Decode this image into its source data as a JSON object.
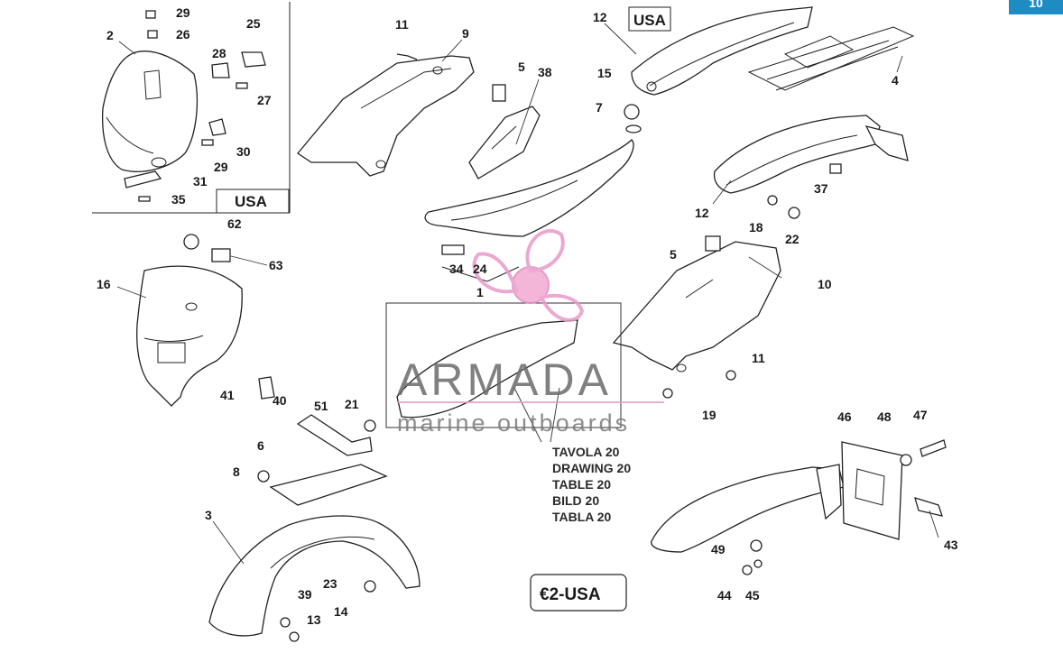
{
  "page_tab": "10",
  "usa_labels": [
    "USA",
    "USA"
  ],
  "variant_badge": "€2-USA",
  "watermark": {
    "brand": "ARMADA",
    "tagline": "marine outboards",
    "color": "#e8a0c8"
  },
  "table_reference": [
    "TAVOLA 20",
    "DRAWING 20",
    "TABLE 20",
    "BILD 20",
    "TABLA 20"
  ],
  "callouts": [
    {
      "id": "c29a",
      "n": "29"
    },
    {
      "id": "c26",
      "n": "26"
    },
    {
      "id": "c2",
      "n": "2"
    },
    {
      "id": "c25",
      "n": "25"
    },
    {
      "id": "c28",
      "n": "28"
    },
    {
      "id": "c27",
      "n": "27"
    },
    {
      "id": "c30",
      "n": "30"
    },
    {
      "id": "c29b",
      "n": "29"
    },
    {
      "id": "c31",
      "n": "31"
    },
    {
      "id": "c35",
      "n": "35"
    },
    {
      "id": "c11a",
      "n": "11"
    },
    {
      "id": "c9",
      "n": "9"
    },
    {
      "id": "c5a",
      "n": "5"
    },
    {
      "id": "c38",
      "n": "38"
    },
    {
      "id": "c12a",
      "n": "12"
    },
    {
      "id": "c15",
      "n": "15"
    },
    {
      "id": "c7",
      "n": "7"
    },
    {
      "id": "c4",
      "n": "4"
    },
    {
      "id": "c12b",
      "n": "12"
    },
    {
      "id": "c37",
      "n": "37"
    },
    {
      "id": "c18",
      "n": "18"
    },
    {
      "id": "c22",
      "n": "22"
    },
    {
      "id": "c62",
      "n": "62"
    },
    {
      "id": "c63",
      "n": "63"
    },
    {
      "id": "c16",
      "n": "16"
    },
    {
      "id": "c34",
      "n": "34"
    },
    {
      "id": "c24",
      "n": "24"
    },
    {
      "id": "c1",
      "n": "1"
    },
    {
      "id": "c5b",
      "n": "5"
    },
    {
      "id": "c10",
      "n": "10"
    },
    {
      "id": "c41",
      "n": "41"
    },
    {
      "id": "c40",
      "n": "40"
    },
    {
      "id": "c11b",
      "n": "11"
    },
    {
      "id": "c19",
      "n": "19"
    },
    {
      "id": "c51",
      "n": "51"
    },
    {
      "id": "c21",
      "n": "21"
    },
    {
      "id": "c6",
      "n": "6"
    },
    {
      "id": "c8",
      "n": "8"
    },
    {
      "id": "c3",
      "n": "3"
    },
    {
      "id": "c23",
      "n": "23"
    },
    {
      "id": "c39",
      "n": "39"
    },
    {
      "id": "c14",
      "n": "14"
    },
    {
      "id": "c13",
      "n": "13"
    },
    {
      "id": "c46",
      "n": "46"
    },
    {
      "id": "c48",
      "n": "48"
    },
    {
      "id": "c47",
      "n": "47"
    },
    {
      "id": "c43",
      "n": "43"
    },
    {
      "id": "c49",
      "n": "49"
    },
    {
      "id": "c44",
      "n": "44"
    },
    {
      "id": "c45",
      "n": "45"
    }
  ]
}
